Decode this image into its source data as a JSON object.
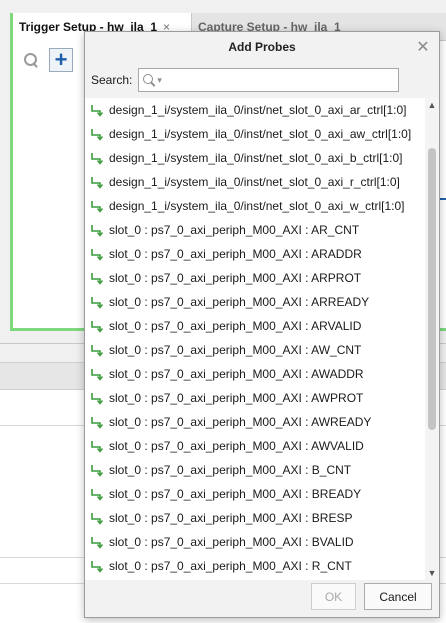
{
  "background": {
    "tabs": [
      {
        "label": "Trigger Setup - hw_ila_1",
        "close": "×"
      },
      {
        "label": "Capture Setup - hw_ila_1"
      }
    ],
    "accent_color": "#7ed87e"
  },
  "dialog": {
    "title": "Add Probes",
    "close_glyph": "✕",
    "search": {
      "label": "Search:",
      "value": "",
      "placeholder": ""
    },
    "probes": [
      "design_1_i/system_ila_0/inst/net_slot_0_axi_ar_ctrl[1:0]",
      "design_1_i/system_ila_0/inst/net_slot_0_axi_aw_ctrl[1:0]",
      "design_1_i/system_ila_0/inst/net_slot_0_axi_b_ctrl[1:0]",
      "design_1_i/system_ila_0/inst/net_slot_0_axi_r_ctrl[1:0]",
      "design_1_i/system_ila_0/inst/net_slot_0_axi_w_ctrl[1:0]",
      "slot_0 : ps7_0_axi_periph_M00_AXI : AR_CNT",
      "slot_0 : ps7_0_axi_periph_M00_AXI : ARADDR",
      "slot_0 : ps7_0_axi_periph_M00_AXI : ARPROT",
      "slot_0 : ps7_0_axi_periph_M00_AXI : ARREADY",
      "slot_0 : ps7_0_axi_periph_M00_AXI : ARVALID",
      "slot_0 : ps7_0_axi_periph_M00_AXI : AW_CNT",
      "slot_0 : ps7_0_axi_periph_M00_AXI : AWADDR",
      "slot_0 : ps7_0_axi_periph_M00_AXI : AWPROT",
      "slot_0 : ps7_0_axi_periph_M00_AXI : AWREADY",
      "slot_0 : ps7_0_axi_periph_M00_AXI : AWVALID",
      "slot_0 : ps7_0_axi_periph_M00_AXI : B_CNT",
      "slot_0 : ps7_0_axi_periph_M00_AXI : BREADY",
      "slot_0 : ps7_0_axi_periph_M00_AXI : BRESP",
      "slot_0 : ps7_0_axi_periph_M00_AXI : BVALID",
      "slot_0 : ps7_0_axi_periph_M00_AXI : R_CNT"
    ],
    "probe_icon": "probe-signal-icon",
    "probe_icon_color": "#3c9a3c",
    "buttons": {
      "ok": "OK",
      "cancel": "Cancel"
    }
  }
}
